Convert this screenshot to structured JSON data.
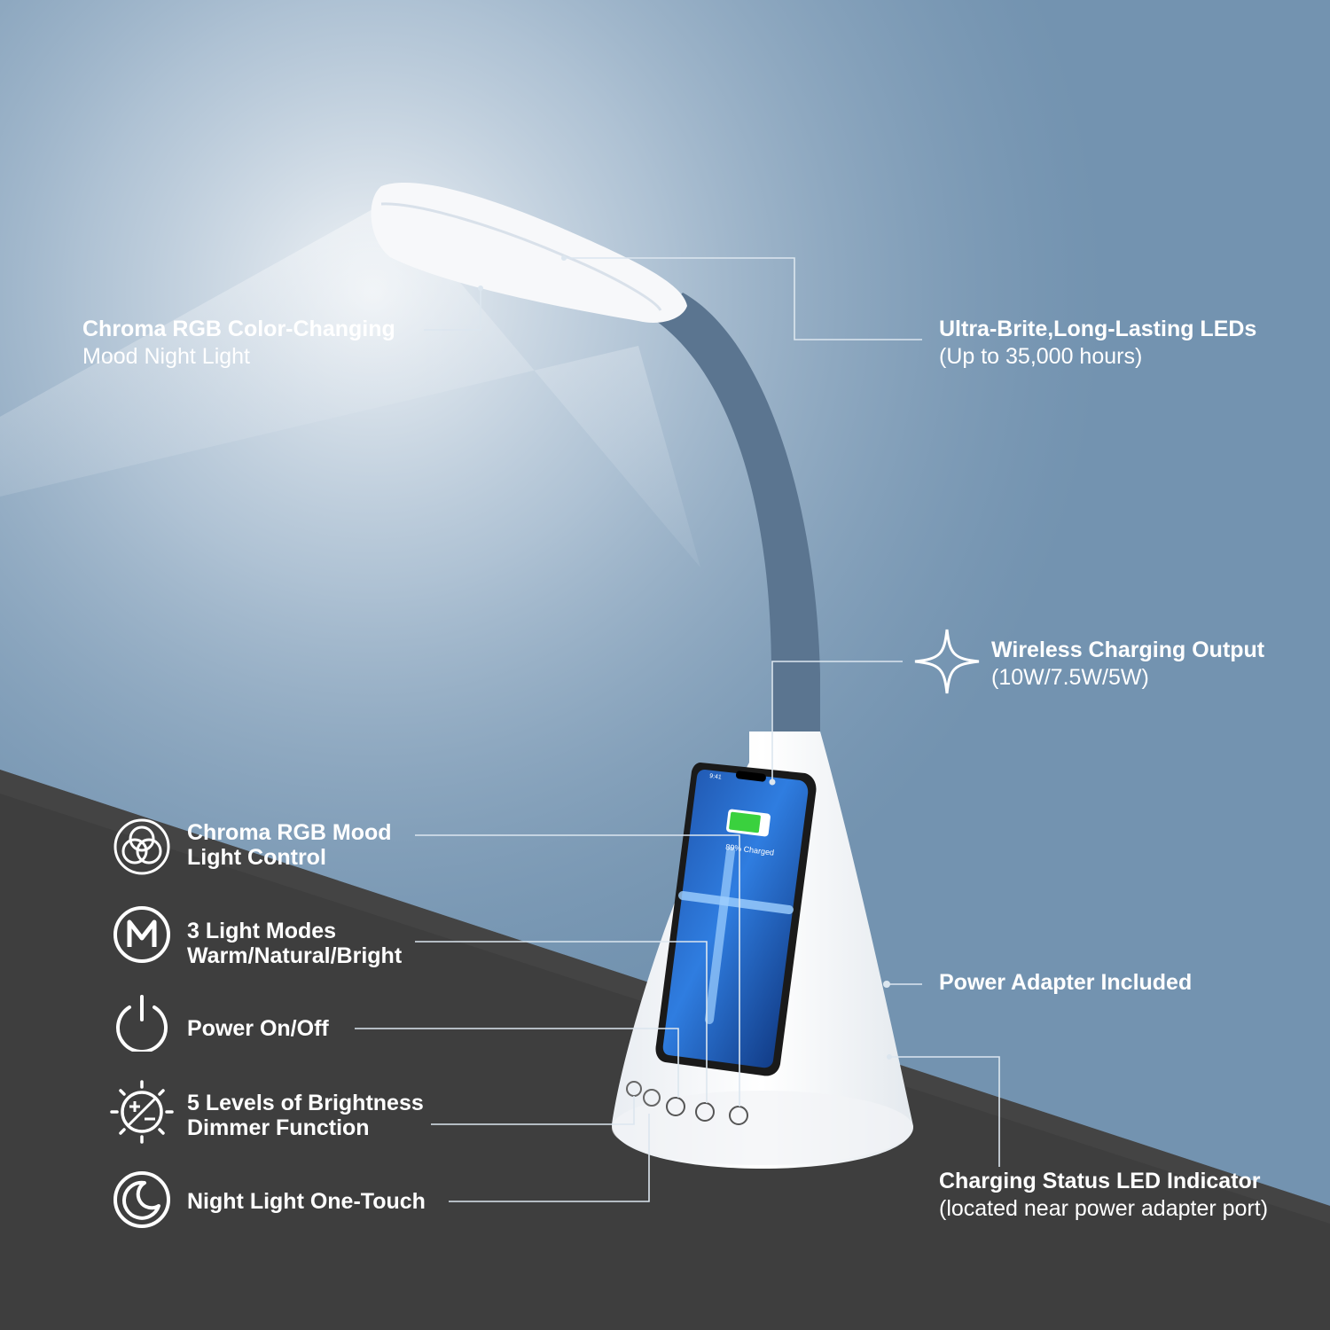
{
  "colors": {
    "wall": "#7393b0",
    "floor": "#3e3e3e",
    "lamp_white": "#f7f8fa",
    "neck_blue": "#5b7590",
    "leader": "#dce6ef"
  },
  "phone": {
    "battery_text": "89% Charged",
    "time": "9:41"
  },
  "callouts": {
    "mood_light": {
      "line1": "Chroma RGB Color-Changing",
      "line2": "Mood Night Light"
    },
    "leds": {
      "line1": "Ultra-Brite,Long-Lasting LEDs",
      "line2": "(Up to 35,000 hours)"
    },
    "wireless": {
      "line1": "Wireless Charging Output",
      "line2": "(10W/7.5W/5W)",
      "icon": "sparkle-icon"
    },
    "adapter": {
      "line1": "Power Adapter Included"
    },
    "charging_led": {
      "line1": "Charging Status LED Indicator",
      "line2": "(located near power adapter port)"
    }
  },
  "features": [
    {
      "icon": "rgb-circles-icon",
      "line1": "Chroma RGB Mood",
      "line2": "Light Control"
    },
    {
      "icon": "mode-m-icon",
      "line1": "3 Light Modes",
      "line2": "Warm/Natural/Bright"
    },
    {
      "icon": "power-icon",
      "line1": "Power On/Off",
      "line2": ""
    },
    {
      "icon": "brightness-icon",
      "line1": "5 Levels of Brightness",
      "line2": "Dimmer Function"
    },
    {
      "icon": "moon-icon",
      "line1": "Night Light One-Touch",
      "line2": ""
    }
  ]
}
